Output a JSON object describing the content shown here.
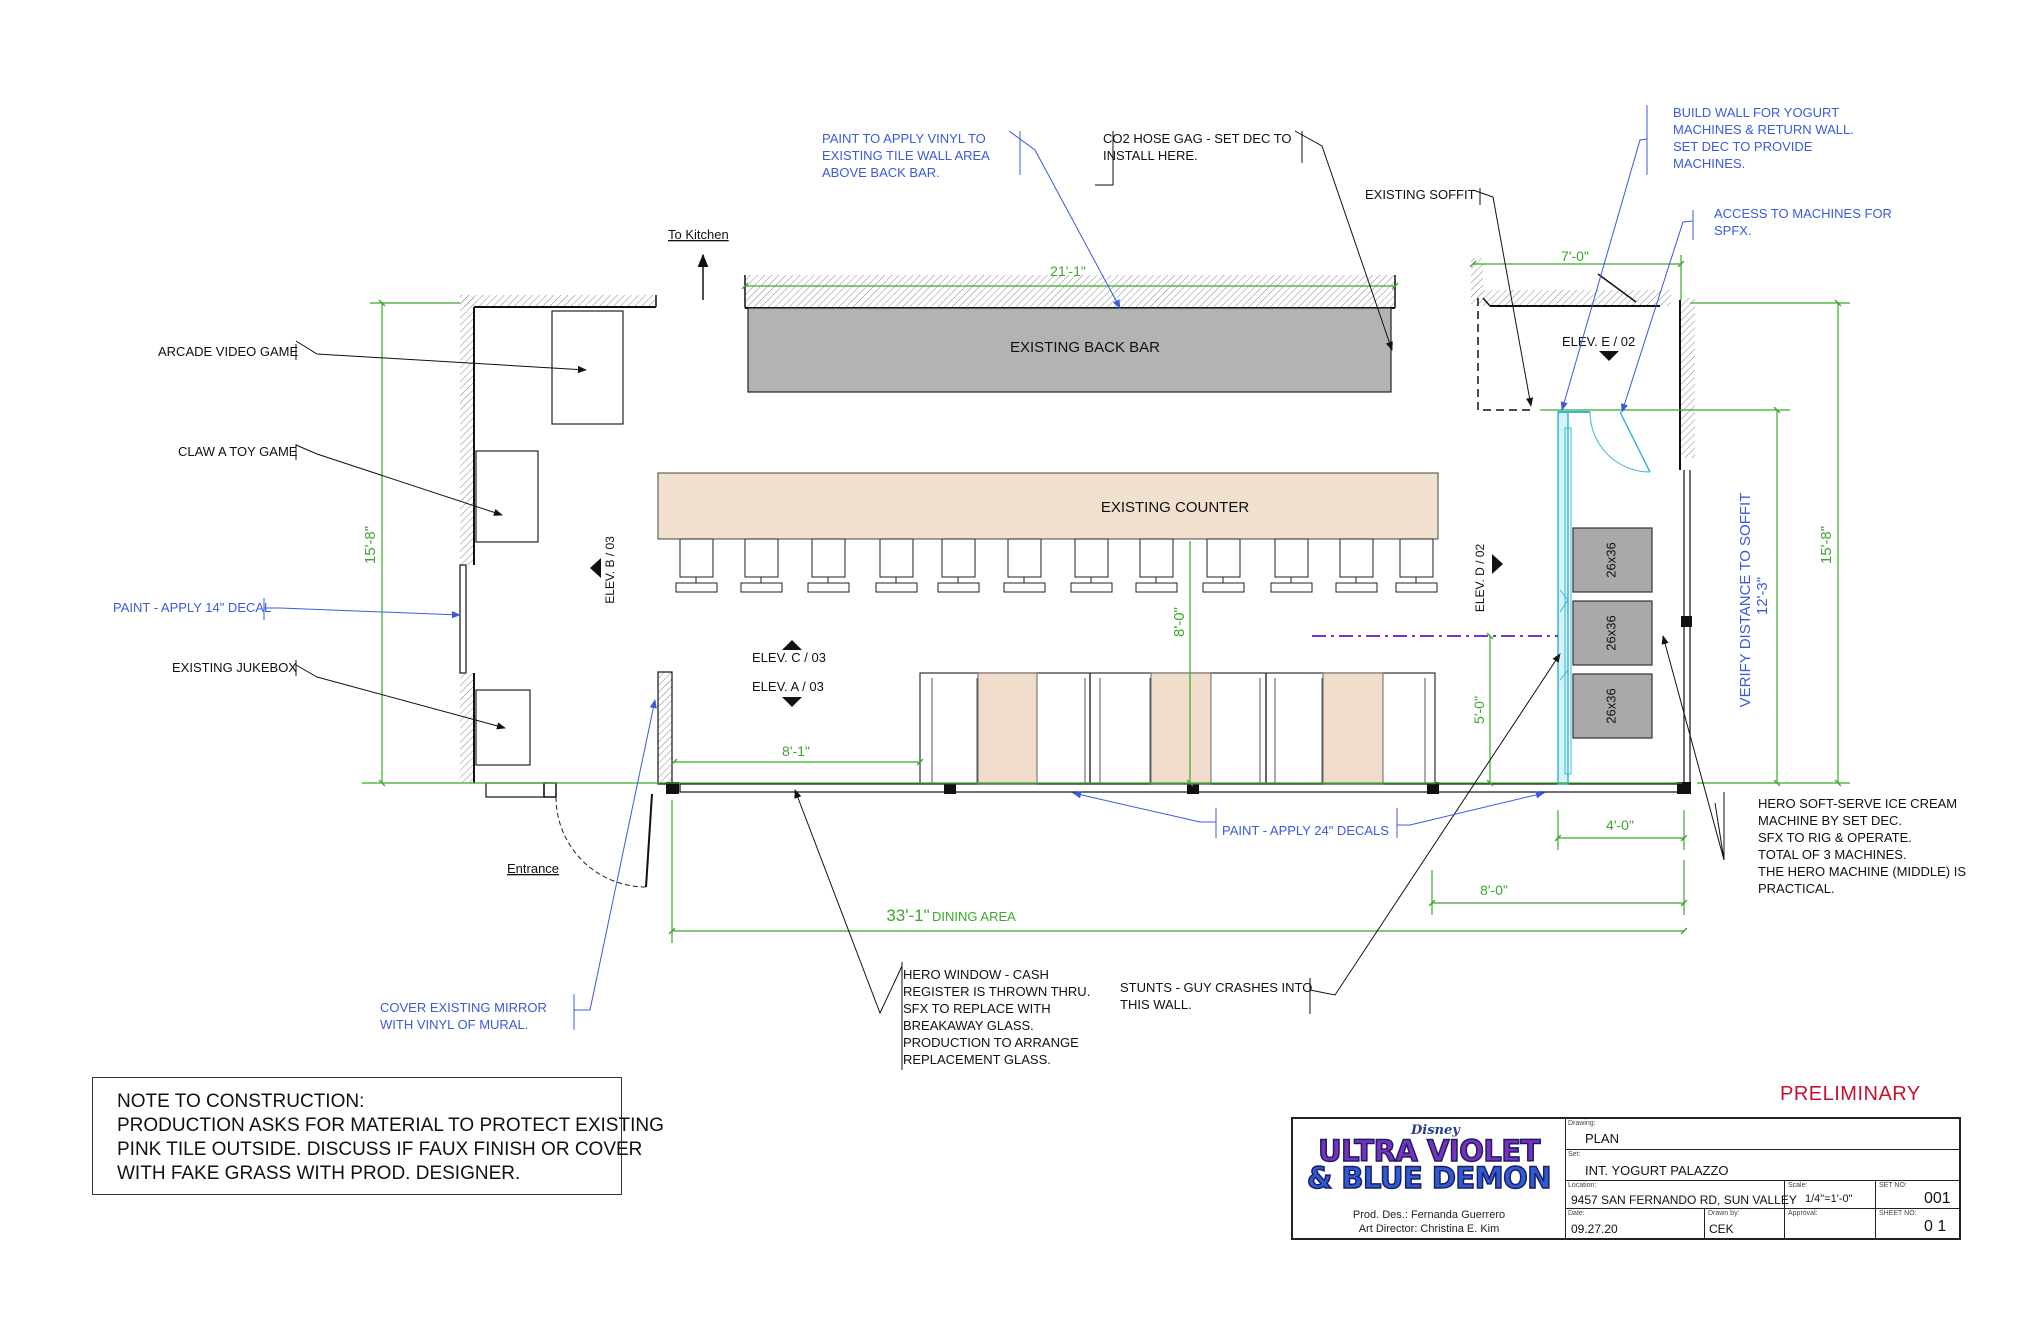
{
  "labels": {
    "paint_vinyl": [
      "PAINT TO APPLY VINYL TO",
      "EXISTING TILE WALL AREA",
      "ABOVE BACK BAR."
    ],
    "co2_gag": [
      "CO2 HOSE GAG - SET DEC TO",
      "INSTALL HERE."
    ],
    "existing_soffit": "EXISTING SOFFIT",
    "build_wall": [
      "BUILD WALL FOR YOGURT",
      "MACHINES & RETURN WALL.",
      "SET DEC TO PROVIDE",
      "MACHINES."
    ],
    "access_machines": [
      "ACCESS TO MACHINES FOR",
      "SPFX."
    ],
    "to_kitchen": "To Kitchen",
    "arcade": "ARCADE VIDEO GAME",
    "claw": "CLAW A TOY GAME",
    "paint_14": "PAINT - APPLY 14\" DECAL",
    "jukebox": "EXISTING JUKEBOX",
    "entrance": "Entrance",
    "cover_mirror": [
      "COVER EXISTING MIRROR",
      "WITH VINYL OF MURAL."
    ],
    "back_bar": "EXISTING BACK BAR",
    "counter": "EXISTING COUNTER",
    "elev_b": "ELEV. B / 03",
    "elev_c": "ELEV. C / 03",
    "elev_a": "ELEV. A / 03",
    "elev_d": "ELEV. D / 02",
    "elev_e": "ELEV. E / 02",
    "machine_size": "26x36",
    "paint_24": "PAINT - APPLY 24\" DECALS",
    "hero_window": [
      "HERO WINDOW - CASH",
      "REGISTER IS THROWN THRU.",
      "SFX TO REPLACE WITH",
      "BREAKAWAY GLASS.",
      "PRODUCTION TO ARRANGE",
      "REPLACEMENT GLASS."
    ],
    "stunts": [
      "STUNTS - GUY CRASHES INTO",
      "THIS WALL."
    ],
    "hero_softserve": [
      "HERO SOFT-SERVE ICE CREAM",
      "MACHINE BY SET DEC.",
      "SFX TO RIG & OPERATE.",
      "",
      "TOTAL OF 3 MACHINES.",
      "THE HERO MACHINE (MIDDLE) IS",
      "PRACTICAL."
    ],
    "verify_soffit": "VERIFY DISTANCE TO SOFFIT"
  },
  "dimensions": {
    "back_bar_len": "21'-1\"",
    "soffit_width": "7'-0\"",
    "left_height": "15'-8\"",
    "right_height": "15'-8\"",
    "soffit_height": "12'-3\"",
    "booth_clear": "8'-0\"",
    "entry_gap": "8'-1\"",
    "machine_offset": "5'-0\"",
    "machine_depth": "4'-0\"",
    "right_zone": "8'-0\"",
    "dining_len": "33'-1\"",
    "dining_label": "DINING AREA"
  },
  "note": {
    "lines": [
      "NOTE TO CONSTRUCTION:",
      "PRODUCTION ASKS FOR MATERIAL TO PROTECT EXISTING",
      "PINK TILE OUTSIDE. DISCUSS IF FAUX FINISH OR COVER",
      "WITH FAKE GRASS WITH PROD. DESIGNER."
    ]
  },
  "status": "PRELIMINARY",
  "title_block": {
    "logo_brand": "Disney",
    "logo_line1": "ULTRA VIOLET",
    "logo_line2": "& BLUE DEMON",
    "prod_des": "Prod. Des.: Fernanda Guerrero",
    "art_director": "Art Director:  Christina E. Kim",
    "drawing_label": "Drawing:",
    "drawing": "PLAN",
    "set_label": "Set:",
    "set": "INT. YOGURT PALAZZO",
    "location_label": "Location:",
    "location": "9457 SAN FERNANDO RD, SUN VALLEY",
    "scale_label": "Scale:",
    "scale": "1/4\"=1'-0\"",
    "set_no_label": "SET NO:",
    "set_no": "001",
    "date_label": "Date:",
    "date": "09.27.20",
    "drawn_by_label": "Drawn by:",
    "drawn_by": "CEK",
    "approval_label": "Approval:",
    "approval": "",
    "sheet_no_label": "SHEET NO:",
    "sheet_no": "0 1"
  },
  "colors": {
    "dimension": "#3aa82a",
    "annotation": "#3b5bdb",
    "wall": "#111111",
    "back_bar_fill": "#b3b3b3",
    "counter_fill": "#f2e0cf",
    "booth_fill": "#f0dccb",
    "machine_fill": "#a9a9a9",
    "new_wall": "#35b8d8",
    "stunt_line": "#7a2fd0",
    "prelim": "#c8102e"
  }
}
